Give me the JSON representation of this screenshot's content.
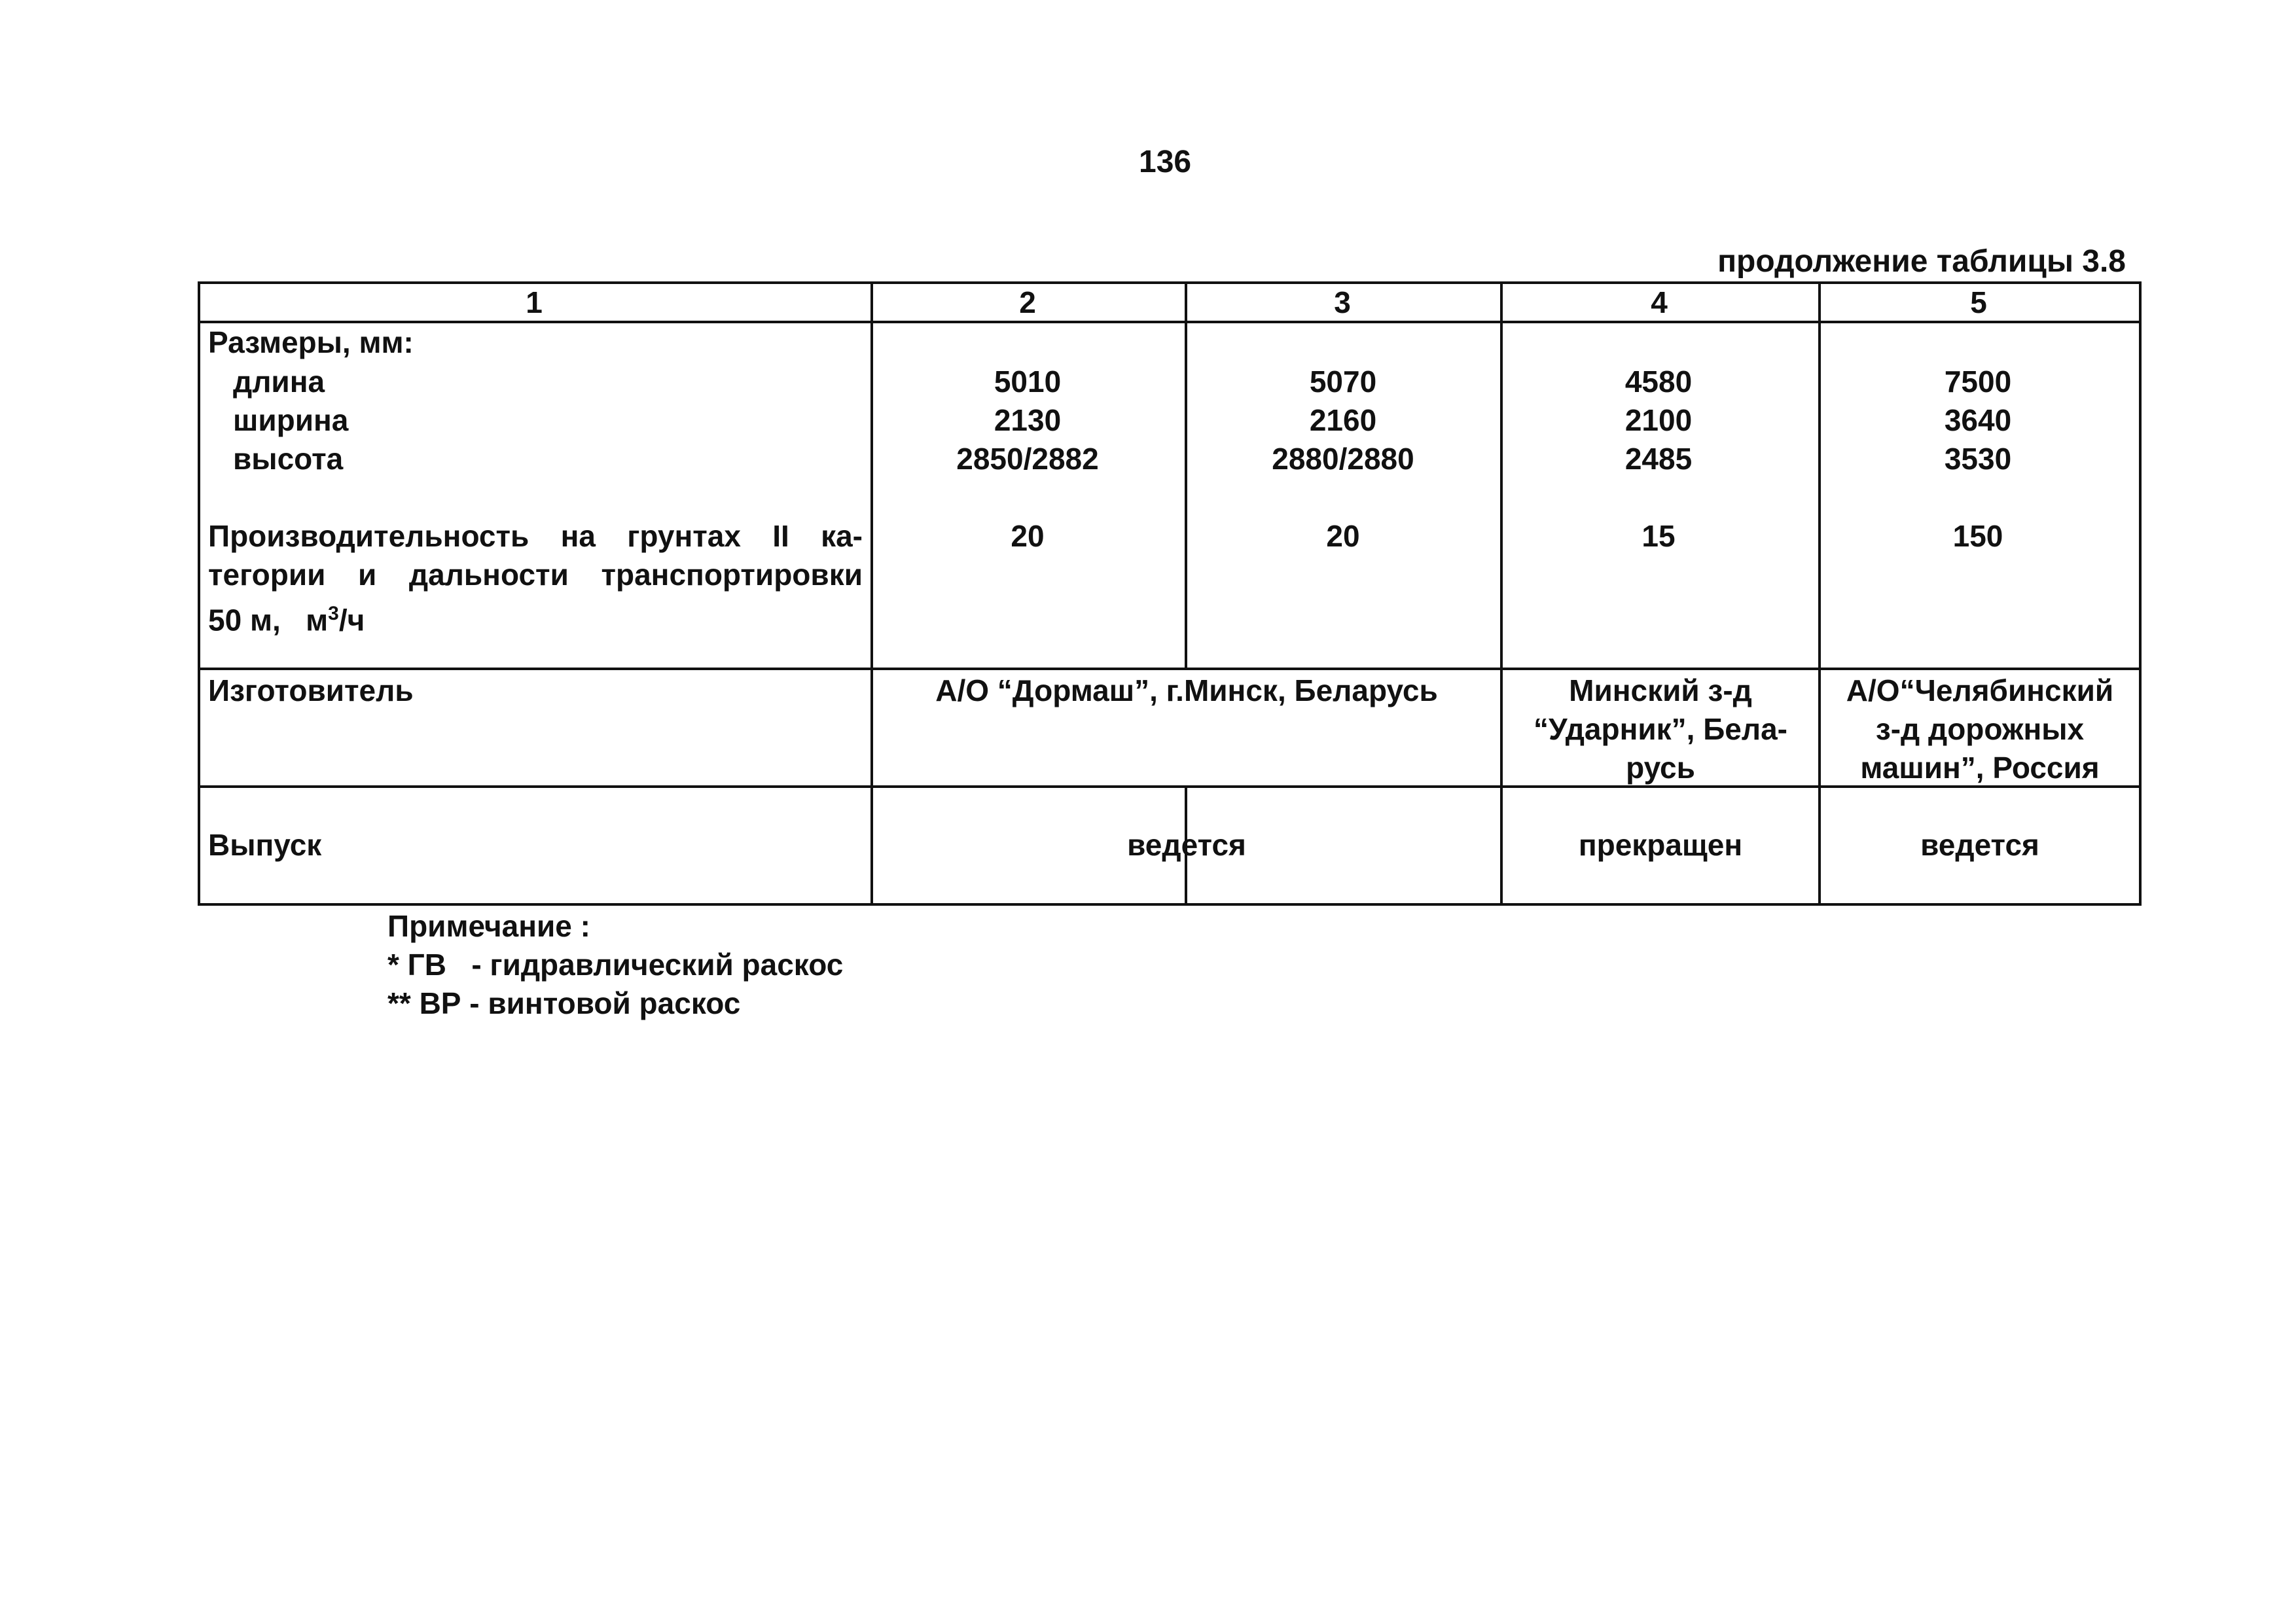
{
  "page_number": "136",
  "continuation_label": "продолжение таблицы 3.8",
  "table": {
    "header": [
      "1",
      "2",
      "3",
      "4",
      "5"
    ],
    "sizes": {
      "label": "Размеры,   мм:",
      "length_label": "длина",
      "width_label": "ширина",
      "height_label": "высота",
      "length": [
        "5010",
        "5070",
        "4580",
        "7500"
      ],
      "width": [
        "2130",
        "2160",
        "2100",
        "3640"
      ],
      "height": [
        "2850/2882",
        "2880/2880",
        "2485",
        "3530"
      ]
    },
    "productivity": {
      "label_line1": "Производительность на грунтах II ка-",
      "label_line2": "тегории и дальности транспортировки",
      "label_line3a": "50 м,   м",
      "label_sup": "3",
      "label_line3b": "/ч",
      "values": [
        "20",
        "20",
        "15",
        "150"
      ]
    },
    "manufacturer": {
      "label": "Изготовитель",
      "col23": "А/О “Дормаш”, г.Минск, Беларусь",
      "col4": [
        "Минский з-д",
        "“Ударник”, Бела-",
        "русь"
      ],
      "col5": [
        "А/О“Челябинский",
        "з-д дорожных",
        "машин”, Россия"
      ]
    },
    "release": {
      "label": "Выпуск",
      "col23": "ведется",
      "col4": "прекращен",
      "col5": "ведется"
    }
  },
  "notes": {
    "title": "Примечание :",
    "line1": "* ГВ   - гидравлический раскос",
    "line2": "** ВР - винтовой раскос"
  }
}
